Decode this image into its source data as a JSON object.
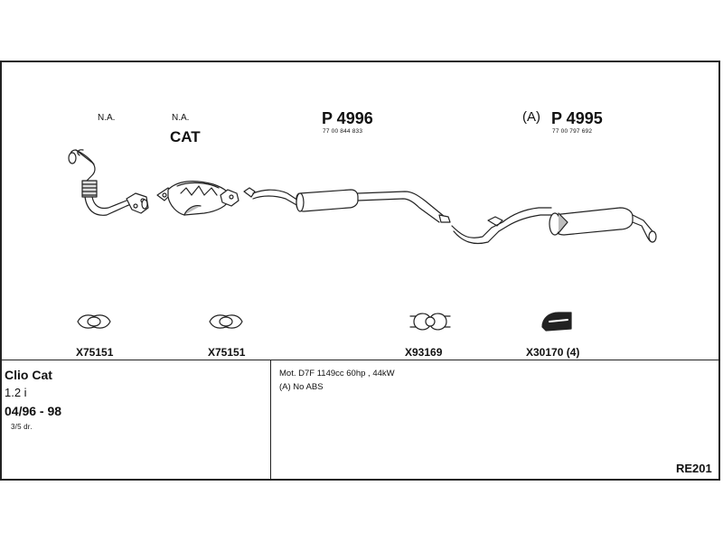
{
  "parts": {
    "front_pipe": {
      "label": "N.A."
    },
    "catalyst": {
      "label": "N.A.",
      "name": "CAT"
    },
    "middle_silencer": {
      "part_no": "P 4996",
      "oe_no": "77 00 844 833"
    },
    "rear_silencer": {
      "prefix": "(A)",
      "part_no": "P 4995",
      "oe_no": "77 00 797 692"
    }
  },
  "fittings": [
    {
      "code": "X75151",
      "icon": "gasket-icon"
    },
    {
      "code": "X75151",
      "icon": "gasket-icon"
    },
    {
      "code": "X93169",
      "icon": "clamp-icon"
    },
    {
      "code": "X30170 (4)",
      "icon": "rubber-mount-icon"
    }
  ],
  "vehicle": {
    "model": "Clio Cat",
    "engine": "1.2 i",
    "years": "04/96 - 98",
    "doors": "3/5 dr."
  },
  "notes": {
    "line1": "Mot. D7F 1149cc 60hp , 44kW",
    "line2": "(A) No ABS"
  },
  "reference": "RE201",
  "colors": {
    "line": "#222222",
    "part_fill": "#ffffff",
    "part_shade": "#bdbdbd"
  }
}
